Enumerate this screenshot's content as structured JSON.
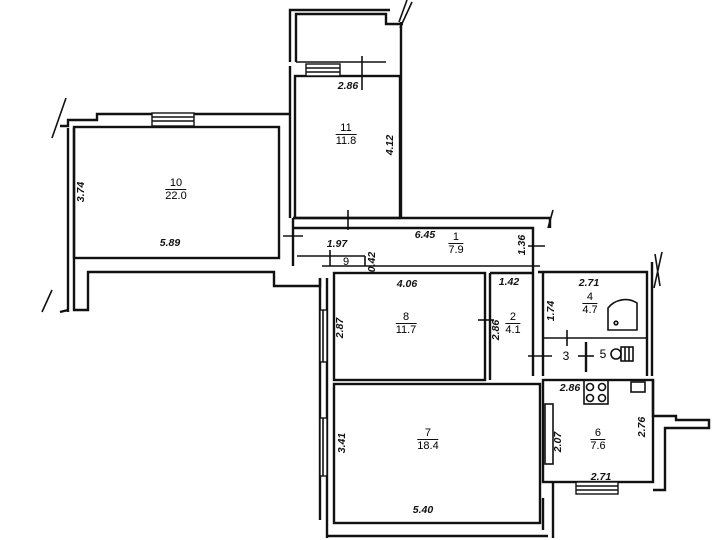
{
  "plan": {
    "type": "apartment floor plan",
    "rooms": [
      {
        "number": "1",
        "area": "7.9"
      },
      {
        "number": "2",
        "area": "4.1"
      },
      {
        "number": "3",
        "area": ""
      },
      {
        "number": "4",
        "area": "4.7"
      },
      {
        "number": "5",
        "area": ""
      },
      {
        "number": "6",
        "area": "7.6"
      },
      {
        "number": "7",
        "area": "18.4"
      },
      {
        "number": "8",
        "area": "11.7"
      },
      {
        "number": "9",
        "area": ""
      },
      {
        "number": "10",
        "area": "22.0"
      },
      {
        "number": "11",
        "area": "11.8"
      }
    ],
    "dimensions": {
      "r11_top": "2.86",
      "r11_right": "4.12",
      "r10_left": "3.74",
      "r10_bottom": "5.89",
      "r1_width": "6.45",
      "r1_right": "1.36",
      "r9_width": "1.97",
      "r9_height": "0.42",
      "r8_top": "4.06",
      "r8_left": "2.87",
      "r2_left": "2.86",
      "r2_top": "1.42",
      "r4_top": "2.71",
      "r4_left": "1.74",
      "r6_top": "2.86",
      "r6_left": "2.07",
      "r6_right": "2.76",
      "r6_bottom": "2.71",
      "r7_left": "3.41",
      "r7_bottom": "5.40"
    },
    "fixtures": [
      "shower-corner",
      "toilet",
      "stove",
      "sink"
    ]
  }
}
